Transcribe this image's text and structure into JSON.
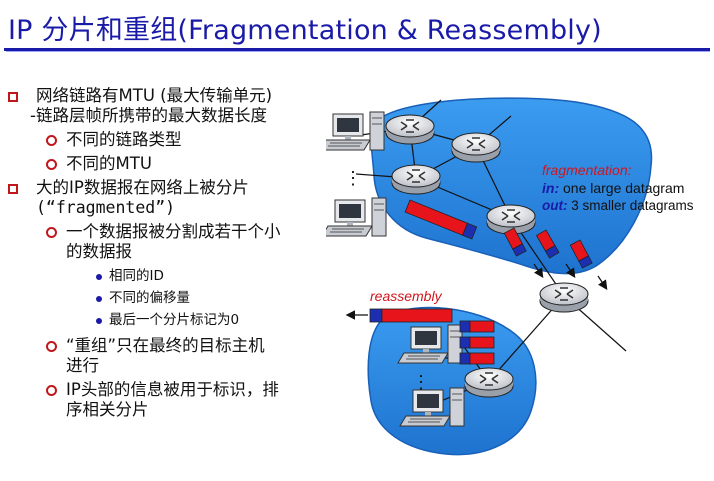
{
  "slide": {
    "title": "IP 分片和重组(Fragmentation & Reassembly)"
  },
  "bullets": {
    "b1": "网络链路有MTU (最大传输单元)",
    "b1_cont": "-链路层帧所携带的最大数据长度",
    "b1_sub1": "不同的链路类型",
    "b1_sub2": "不同的MTU",
    "b2_line1": "大的IP数据报在网络上被分片",
    "b2_line2": "(“fragmented”)",
    "b2_sub1_line1": "一个数据报被分割成若干个小",
    "b2_sub1_line2": "的数据报",
    "b2_sub1_items": [
      "相同的ID",
      "不同的偏移量",
      "最后一个分片标记为0"
    ],
    "b2_sub2_line1": "“重组”只在最终的目标主机",
    "b2_sub2_line2": "进行",
    "b2_sub3_line1": "IP头部的信息被用于标识，排",
    "b2_sub3_line2": "序相关分片"
  },
  "diagram": {
    "fragmentation_label": "fragmentation:",
    "in_label": "in:",
    "in_text": "one large datagram",
    "out_label": "out:",
    "out_text": "3 smaller datagrams",
    "reassembly_label": "reassembly",
    "ellipsis": "⋮"
  },
  "colors": {
    "title": "#1a1aa8",
    "bullet_marker": "#c0171d",
    "network_cloud": "#2f8fe6",
    "packet_red": "#e8141c",
    "packet_blue": "#1c2fb0"
  },
  "icons": [
    "router-icon",
    "host-computer-icon",
    "arrow-icon"
  ]
}
